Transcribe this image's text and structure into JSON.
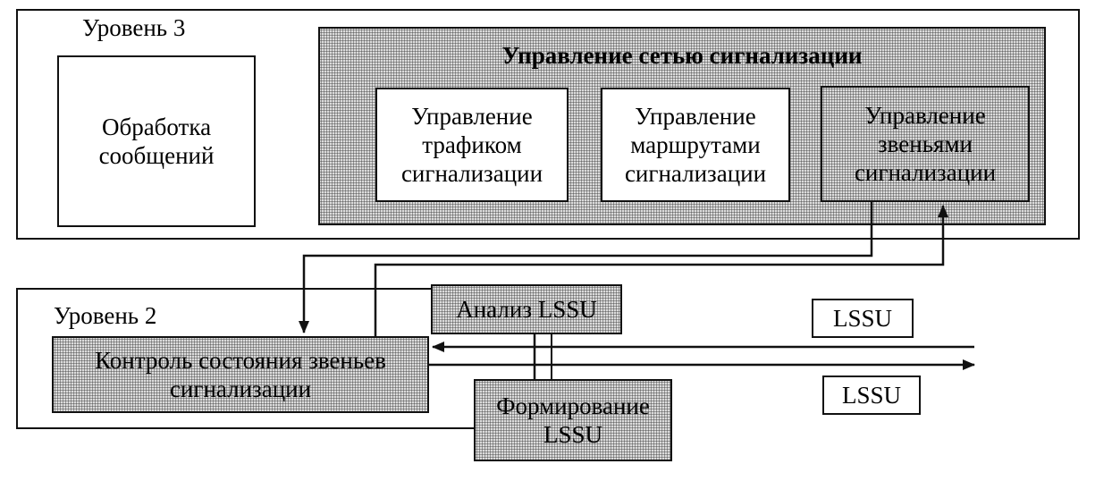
{
  "level3": {
    "title": "Уровень 3",
    "message_processing": "Обработка\nсообщений",
    "network_management": {
      "title": "Управление сетью сигнализации",
      "traffic": "Управление\nтрафиком\nсигнализации",
      "routes": "Управление\nмаршрутами\nсигнализации",
      "links": "Управление\nзвеньями\nсигнализации"
    }
  },
  "level2": {
    "title": "Уровень 2",
    "link_state_control": "Контроль состояния звеньев\nсигнализации",
    "lssu_analysis": "Анализ LSSU",
    "lssu_formation": "Формирование\nLSSU",
    "lssu_in": "LSSU",
    "lssu_out": "LSSU"
  }
}
